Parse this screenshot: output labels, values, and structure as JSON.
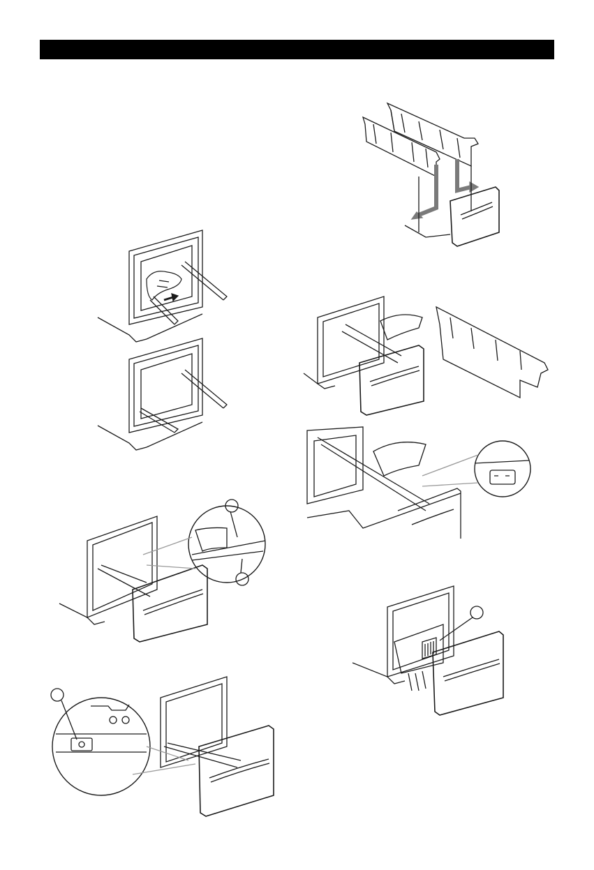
{
  "header": {
    "bar_color": "#000000",
    "title": ""
  },
  "figures": [
    {
      "id": "fig-basket-rails-exploded",
      "icon": "drawer-rail-cover-exploded-icon"
    },
    {
      "id": "fig-hand-pull-rail",
      "icon": "hand-pulling-rail-icon"
    },
    {
      "id": "fig-rails-extended",
      "icon": "rails-extended-icon"
    },
    {
      "id": "fig-hand-remove-rail-cover",
      "icon": "hand-removing-rail-cover-icon"
    },
    {
      "id": "fig-rail-clip-closeup",
      "icon": "rail-clip-closeup-icon"
    },
    {
      "id": "fig-drawer-clip-detail",
      "icon": "drawer-clip-detail-icon"
    },
    {
      "id": "fig-drawer-screw-detail",
      "icon": "drawer-screw-detail-icon"
    },
    {
      "id": "fig-drawer-basket",
      "icon": "drawer-basket-icon"
    }
  ],
  "colors": {
    "line": "#1a1a1a",
    "arrow_gray": "#7a7a7a",
    "light_gray": "#c8c8c8"
  }
}
